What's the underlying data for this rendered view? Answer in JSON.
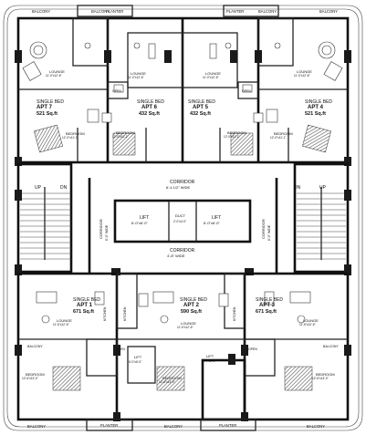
{
  "apartments": [
    {
      "id": "apt7",
      "bed": "SINGLE BED",
      "name": "APT 7",
      "area": "521 Sq.ft"
    },
    {
      "id": "apt6",
      "bed": "SINGLE BED",
      "name": "APT 6",
      "area": "432 Sq.ft"
    },
    {
      "id": "apt5",
      "bed": "SINGLE BED",
      "name": "APT 5",
      "area": "432 Sq.ft"
    },
    {
      "id": "apt4",
      "bed": "SINGLE BED",
      "name": "APT 4",
      "area": "521 Sq.ft"
    },
    {
      "id": "apt1",
      "bed": "SINGLE BED",
      "name": "APT 1",
      "area": "671 Sq.ft"
    },
    {
      "id": "apt2",
      "bed": "SINGLE BED",
      "name": "APT 2",
      "area": "590 Sq.ft"
    },
    {
      "id": "apt3",
      "bed": "SINGLE BED",
      "name": "APT 3",
      "area": "671 Sq.ft"
    }
  ],
  "labels": {
    "balcony": "BALCONY",
    "planter": "PLANTER",
    "lounge": "LOUNGE",
    "bedroom": "BEDROOM",
    "kitchen": "KITCHEN",
    "open": "OPEN",
    "corridor": "CORRIDOR",
    "corridor_top_dim": "6'-4 1/2\" WIDE",
    "corridor_bottom_dim": "4'-8\" WIDE",
    "corridor_side_dim": "6'-0\" WIDE",
    "lift": "LIFT",
    "lift_dim": "6'-0\"x6'-0\"",
    "duct": "DUCT",
    "duct_dim": "2'-0\"x4'-0\"",
    "up": "UP",
    "dn": "DN",
    "lounge_dim_top": "11'-0\"x12'-6\"",
    "bedroom_dim_top": "12'-0\"x11'-1\"",
    "lounge_dim_bottom": "11'-6\"x12'-6\"",
    "bedroom_dim_bottom": "12'-6\"x13'-0\"",
    "lift_bottom": "LIFT",
    "lift_bottom_dim": "6'-0\"x6'-0\""
  },
  "colors": {
    "wall": "#111111",
    "background": "#ffffff",
    "hatch": "#555555"
  }
}
